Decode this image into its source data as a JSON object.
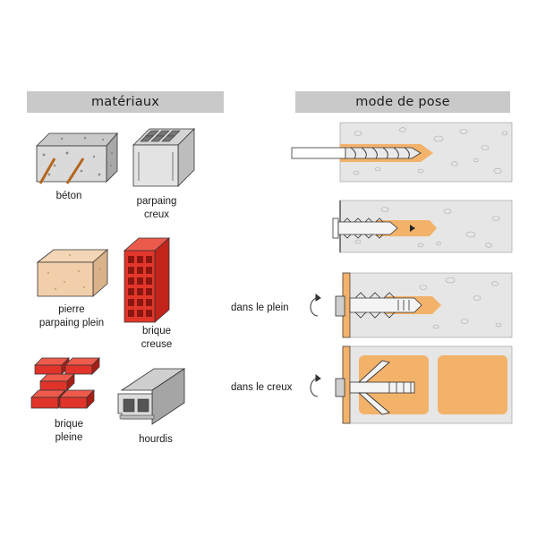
{
  "headers": {
    "materials": "matériaux",
    "installation": "mode de pose"
  },
  "materials": {
    "beton": "béton",
    "parpaing_creux_1": "parpaing",
    "parpaing_creux_2": "creux",
    "pierre_1": "pierre",
    "pierre_2": "parpaing plein",
    "brique_creuse_1": "brique",
    "brique_creuse_2": "creuse",
    "brique_pleine_1": "brique",
    "brique_pleine_2": "pleine",
    "hourdis": "hourdis"
  },
  "steps": {
    "plein": "dans le plein",
    "creux": "dans le creux"
  },
  "colors": {
    "header_bg": "#c9c9c9",
    "orange": "#f3b26a",
    "brick_red": "#e0342a",
    "concrete": "#e6e6e6"
  }
}
